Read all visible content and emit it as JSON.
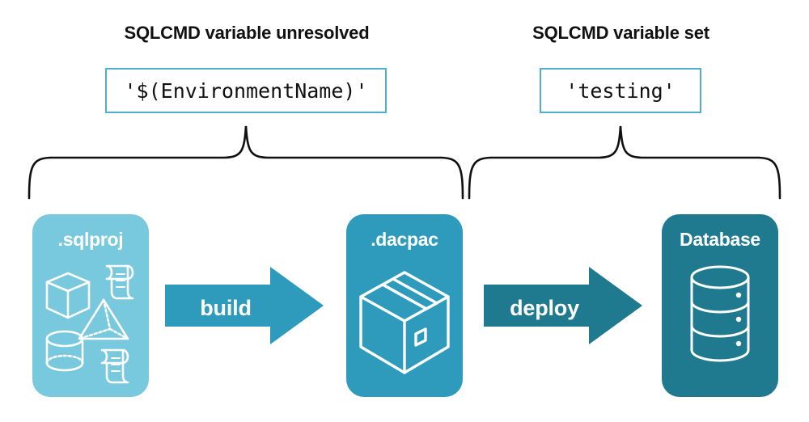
{
  "diagram": {
    "title_left": "SQLCMD variable unresolved",
    "title_right": "SQLCMD variable set",
    "code_left": "'$(EnvironmentName)'",
    "code_right": "'testing'",
    "entities": [
      {
        "label": ".sqlproj",
        "color": "#78C8DE",
        "art": "shapes-and-scripts-icon"
      },
      {
        "label": ".dacpac",
        "color": "#2E9BBC",
        "art": "package-box-icon"
      },
      {
        "label": "Database",
        "color": "#207A8F",
        "art": "database-cylinder-icon"
      }
    ],
    "arrows": [
      {
        "label": "build",
        "color": "#2E9BBC"
      },
      {
        "label": "deploy",
        "color": "#207A8F"
      }
    ],
    "braces": [
      {
        "name": "brace-left",
        "spans": ".sqlproj to .dacpac"
      },
      {
        "name": "brace-right",
        "spans": ".dacpac to Database"
      }
    ],
    "colors": {
      "light_teal": "#78C8DE",
      "mid_teal": "#2E9BBC",
      "dark_teal": "#207A8F",
      "box_border": "#4FAFCC",
      "brace_stroke": "#111111",
      "text": "#111111",
      "background": "#FFFFFF"
    }
  }
}
